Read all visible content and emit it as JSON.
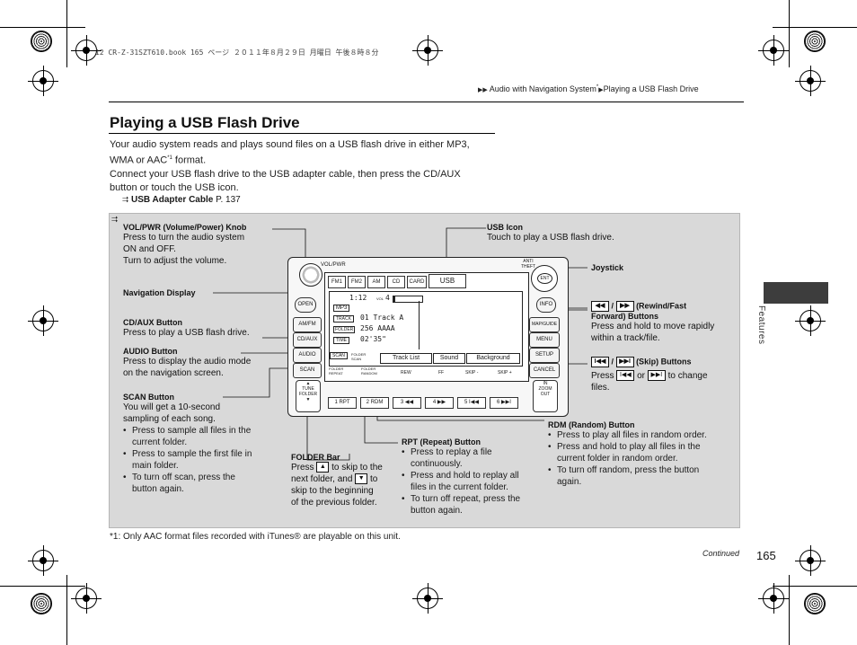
{
  "print_header": "12 CR-Z-31SZT610.book  165 ページ  ２０１１年８月２９日  月曜日  午後８時８分",
  "breadcrumb": {
    "part1": "Audio with Navigation System",
    "sup": "*",
    "part2": "Playing a USB Flash Drive"
  },
  "title": "Playing a USB Flash Drive",
  "intro": {
    "p1a": "Your audio system reads and plays sound files on a USB flash drive in either MP3,",
    "p1b": "WMA or AAC",
    "p1sup": "*1",
    "p1c": " format.",
    "p2a": "Connect your USB flash drive to the USB adapter cable, then press the CD/AUX",
    "p2b": "button or touch the USB icon.",
    "xref_label": "USB Adapter Cable",
    "xref_page": "P. 137"
  },
  "side_tab_label": "Features",
  "callouts": {
    "vol_title": "VOL/PWR (Volume/Power) Knob",
    "vol_l1": "Press to turn the audio system",
    "vol_l2": "ON and OFF.",
    "vol_l3": "Turn to adjust the volume.",
    "nav_title": "Navigation Display",
    "cd_title": "CD/AUX Button",
    "cd_text": "Press to play a USB flash drive.",
    "audio_title": "AUDIO Button",
    "audio_l1": "Press to display the audio mode",
    "audio_l2": "on the navigation screen.",
    "scan_title": "SCAN Button",
    "scan_l1": "You will get a 10-second",
    "scan_l2": "sampling of each song.",
    "scan_b1a": "Press to sample all files in the",
    "scan_b1b": "current folder.",
    "scan_b2a": "Press to sample the first file in",
    "scan_b2b": "main folder.",
    "scan_b3a": "To turn off scan, press the",
    "scan_b3b": "button again.",
    "folder_title": "FOLDER Bar",
    "folder_l1a": "Press",
    "folder_l1b": "to skip to the",
    "folder_l2a": "next folder, and",
    "folder_l2b": "to",
    "folder_l3": "skip to the beginning",
    "folder_l4": "of the previous folder.",
    "rpt_title": "RPT (Repeat) Button",
    "rpt_b1a": "Press to replay a file",
    "rpt_b1b": "continuously.",
    "rpt_b2a": "Press and hold to replay all",
    "rpt_b2b": "files in the current folder.",
    "rpt_b3a": "To turn off repeat, press the",
    "rpt_b3b": "button again.",
    "usb_title": "USB Icon",
    "usb_text": "Touch to play a USB flash drive.",
    "joystick_title": "Joystick",
    "rew_slash": "/",
    "rew_title": "(Rewind/Fast",
    "rew_title2": "Forward) Buttons",
    "rew_l1": "Press and hold to move rapidly",
    "rew_l2": "within a track/file.",
    "skip_slash": "/",
    "skip_title": "(Skip) Buttons",
    "skip_l1a": "Press",
    "skip_l1b": "or",
    "skip_l1c": "to change",
    "skip_l2": "files.",
    "rdm_title": "RDM (Random) Button",
    "rdm_b1": "Press to play all files in random order.",
    "rdm_b2a": "Press and hold to play all files in the",
    "rdm_b2b": "current folder in random order.",
    "rdm_b3a": "To turn off random, press the button",
    "rdm_b3b": "again."
  },
  "unit": {
    "vol_label": "VOL/PWR",
    "amfm_label": "AM/FM",
    "cdaux_label": "CD/AUX",
    "audio_label": "AUDIO",
    "scan_label": "SCAN",
    "open_label": "OPEN",
    "tune_label1": "TUNE",
    "tune_label2": "FOLDER",
    "tabs": [
      "FM1",
      "FM2",
      "AM",
      "CD",
      "CARD"
    ],
    "usb_tab": "USB",
    "disp_time": "1:12",
    "disp_vol": "VOL",
    "disp_vol_val": "4",
    "disp_mp3": "MP3",
    "disp_track_lbl": "TRACK",
    "disp_track": "01  Track  A",
    "disp_folder_lbl": "FOLDER",
    "disp_folder": "256  AAAA",
    "disp_time_lbl": "TIME",
    "disp_elapsed": "02'35\"",
    "disp_tracklist": "Track  List",
    "disp_sound": "Sound",
    "disp_background": "Background",
    "scan_small": "SCAN",
    "folder_scan": "FOLDER SCAN",
    "folder_repeat": "FOLDER REPEAT",
    "folder_random": "FOLDER RANDOM",
    "rew_small": "REW",
    "ff_small": "FF",
    "skip_minus": "SKIP -",
    "skip_plus": "SKIP +",
    "presets": [
      "1 RPT",
      "2 RDM",
      "3 ◀◀",
      "4 ▶▶",
      "5 I◀◀",
      "6 ▶▶I"
    ],
    "ent_label": "ENT",
    "info_label": "INFO",
    "map_label": "MAP/GUIDE",
    "menu_label": "MENU",
    "setup_label": "SETUP",
    "cancel_label": "CANCEL",
    "zoom_in": "IN",
    "zoom_label": "ZOOM",
    "zoom_out": "OUT",
    "anti_theft": "ANTI THEFT"
  },
  "footnote": "*1: Only AAC format files recorded with iTunes® are playable on this unit.",
  "continued": "Continued",
  "page_number": "165"
}
